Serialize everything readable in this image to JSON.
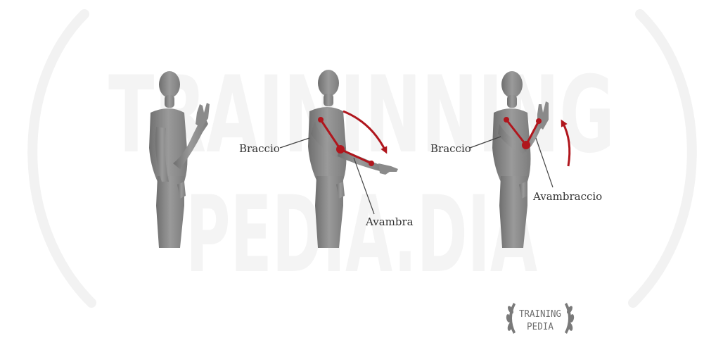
{
  "labels": {
    "arm": "Braccio",
    "forearm_mid": "Avambra",
    "forearm_right": "Avambraccio"
  },
  "watermark": {
    "line1": "TRAININNING",
    "line2": "PEDIA.DIA"
  },
  "logo": {
    "line1": "TRAINING",
    "line2": "PEDIA"
  },
  "colors": {
    "accent": "#b0161d",
    "figure": "#8f8f8f",
    "figure_dark": "#6f6f6f",
    "label_text": "#333333",
    "leader_line": "#444444"
  }
}
